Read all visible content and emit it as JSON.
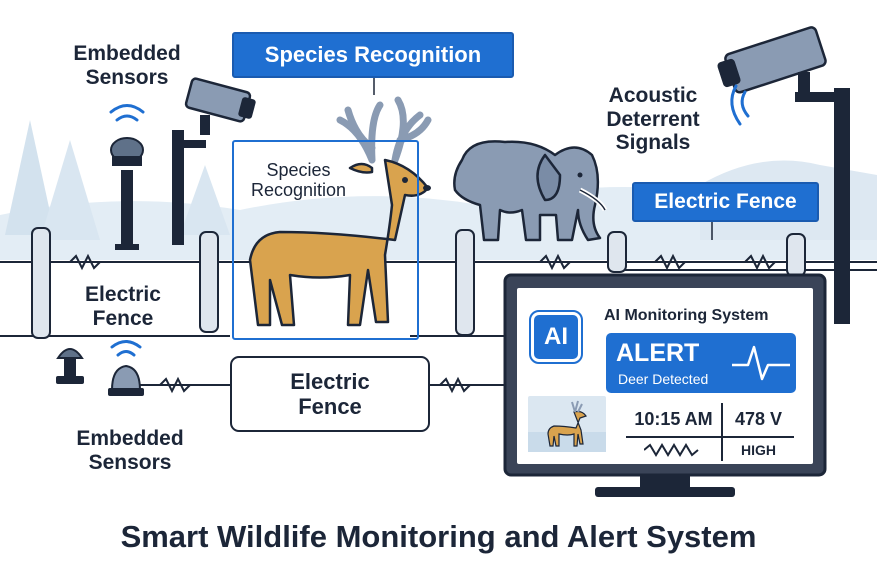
{
  "title": "Smart Wildlife Monitoring and Alert System",
  "labels": {
    "embedded_sensors_top": "Embedded\nSensors",
    "embedded_sensors_bottom": "Embedded\nSensors",
    "species_recognition_callout": "Species Recognition",
    "species_recognition_inner": "Species\nRecognition",
    "acoustic_deterrent": "Acoustic\nDeterrent\nSignals",
    "electric_fence_callout": "Electric Fence",
    "electric_fence_left": "Electric\nFence",
    "electric_fence_box": "Electric\nFence"
  },
  "monitor": {
    "title": "AI Monitoring System",
    "ai_badge": "AI",
    "alert_heading": "ALERT",
    "alert_message": "Deer Detected",
    "time": "10:15 AM",
    "voltage": "478 V",
    "level": "HIGH"
  },
  "colors": {
    "accent_blue": "#1f6fd1",
    "dark_outline": "#1c2638",
    "deer": "#d9a34e",
    "elephant": "#8a9bb3",
    "background_hills": "#e3edf5"
  },
  "icons": [
    "camera-icon",
    "sensor-icon",
    "signal-waves-icon",
    "deer-icon",
    "elephant-icon",
    "monitor-icon",
    "waveform-icon"
  ]
}
